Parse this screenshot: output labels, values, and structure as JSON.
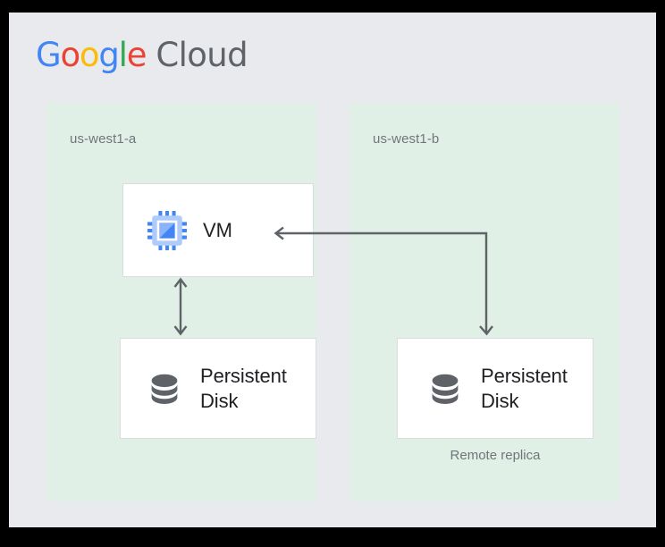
{
  "brand": {
    "logo_text": "Google Cloud",
    "google_letters": [
      {
        "char": "G",
        "color": "#4285F4"
      },
      {
        "char": "o",
        "color": "#EA4335"
      },
      {
        "char": "o",
        "color": "#FBBC05"
      },
      {
        "char": "g",
        "color": "#4285F4"
      },
      {
        "char": "l",
        "color": "#34A853"
      },
      {
        "char": "e",
        "color": "#EA4335"
      }
    ],
    "cloud_word": "Cloud",
    "cloud_color": "#5F6368"
  },
  "diagram": {
    "background_color": "#E8EAED",
    "zone_color": "#E1F0E7",
    "box_color": "#FFFFFF",
    "box_border_color": "#DADCE0",
    "arrow_color": "#5F6368",
    "zones": [
      {
        "id": "zone-a",
        "label": "us-west1-a",
        "nodes": [
          {
            "id": "vm",
            "label": "VM",
            "icon": "cpu-chip-icon"
          },
          {
            "id": "disk-a",
            "label": "Persistent\nDisk",
            "icon": "database-disk-icon"
          }
        ]
      },
      {
        "id": "zone-b",
        "label": "us-west1-b",
        "nodes": [
          {
            "id": "disk-b",
            "label": "Persistent\nDisk",
            "icon": "database-disk-icon",
            "caption": "Remote replica"
          }
        ]
      }
    ],
    "connectors": [
      {
        "id": "vm-to-disk-a",
        "from": "vm",
        "to": "disk-a",
        "style": "double-headed-vertical"
      },
      {
        "id": "vm-to-disk-b",
        "from": "vm",
        "to": "disk-b",
        "style": "double-headed-elbow"
      }
    ]
  }
}
